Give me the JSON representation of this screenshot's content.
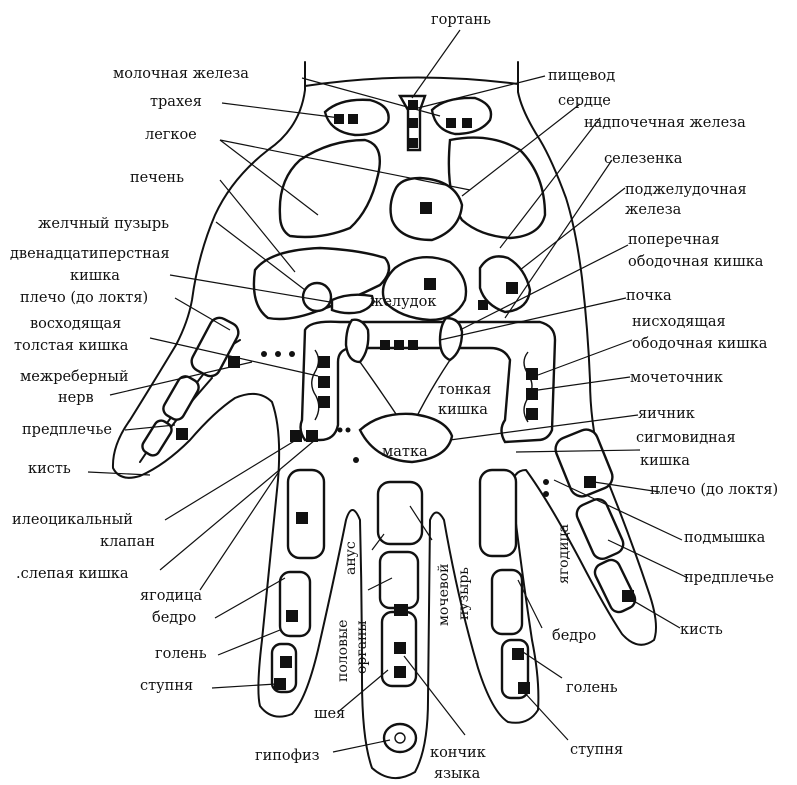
{
  "labels": {
    "larynx": "гортань",
    "mammary_gland": "молочная железа",
    "esophagus": "пищевод",
    "trachea": "трахея",
    "heart": "сердце",
    "adrenal": "надпочечная железа",
    "lung": "легкое",
    "liver": "печень",
    "spleen": "селезенка",
    "pancreas_1": "поджелудочная",
    "pancreas_2": "железа",
    "gallbladder": "желчный пузырь",
    "duodenum_1": "двенадцатиперстная",
    "duodenum_2": "кишка",
    "transverse_colon_1": "поперечная",
    "transverse_colon_2": "ободочная кишка",
    "shoulder_left": "плечо (до локтя)",
    "stomach": "желудок",
    "kidney": "почка",
    "ascending_colon_1": "восходящая",
    "ascending_colon_2": "толстая кишка",
    "descending_colon_1": "нисходящая",
    "descending_colon_2": "ободочная кишка",
    "intercostal_1": "межреберный",
    "intercostal_2": "нерв",
    "small_intestine_1": "тонкая",
    "small_intestine_2": "кишка",
    "ureter": "мочеточник",
    "forearm_left": "предплечье",
    "ovary": "яичник",
    "sigmoid_1": "сигмовидная",
    "sigmoid_2": "кишка",
    "uterus": "матка",
    "hand_left": "кисть",
    "shoulder_right": "плечо (до локтя)",
    "ileocecal_1": "илеоцикальный",
    "ileocecal_2": "клапан",
    "armpit": "подмышка",
    "cecum": ".слепая кишка",
    "forearm_right": "предплечье",
    "buttock_left": "ягодица",
    "anus": "анус",
    "genitals_1": "половые",
    "genitals_2": "органы",
    "bladder_1": "мочевой",
    "bladder_2": "пузырь",
    "buttock_right": "ягодица",
    "hand_right": "кисть",
    "thigh_left": "бедро",
    "thigh_right": "бедро",
    "shin_left": "голень",
    "shin_right": "голень",
    "foot_left": "ступня",
    "foot_right": "ступня",
    "neck": "шея",
    "pituitary": "гипофиз",
    "tongue_1": "кончик",
    "tongue_2": "языка"
  },
  "colors": {
    "ink": "#111111",
    "paper": "#ffffff"
  }
}
